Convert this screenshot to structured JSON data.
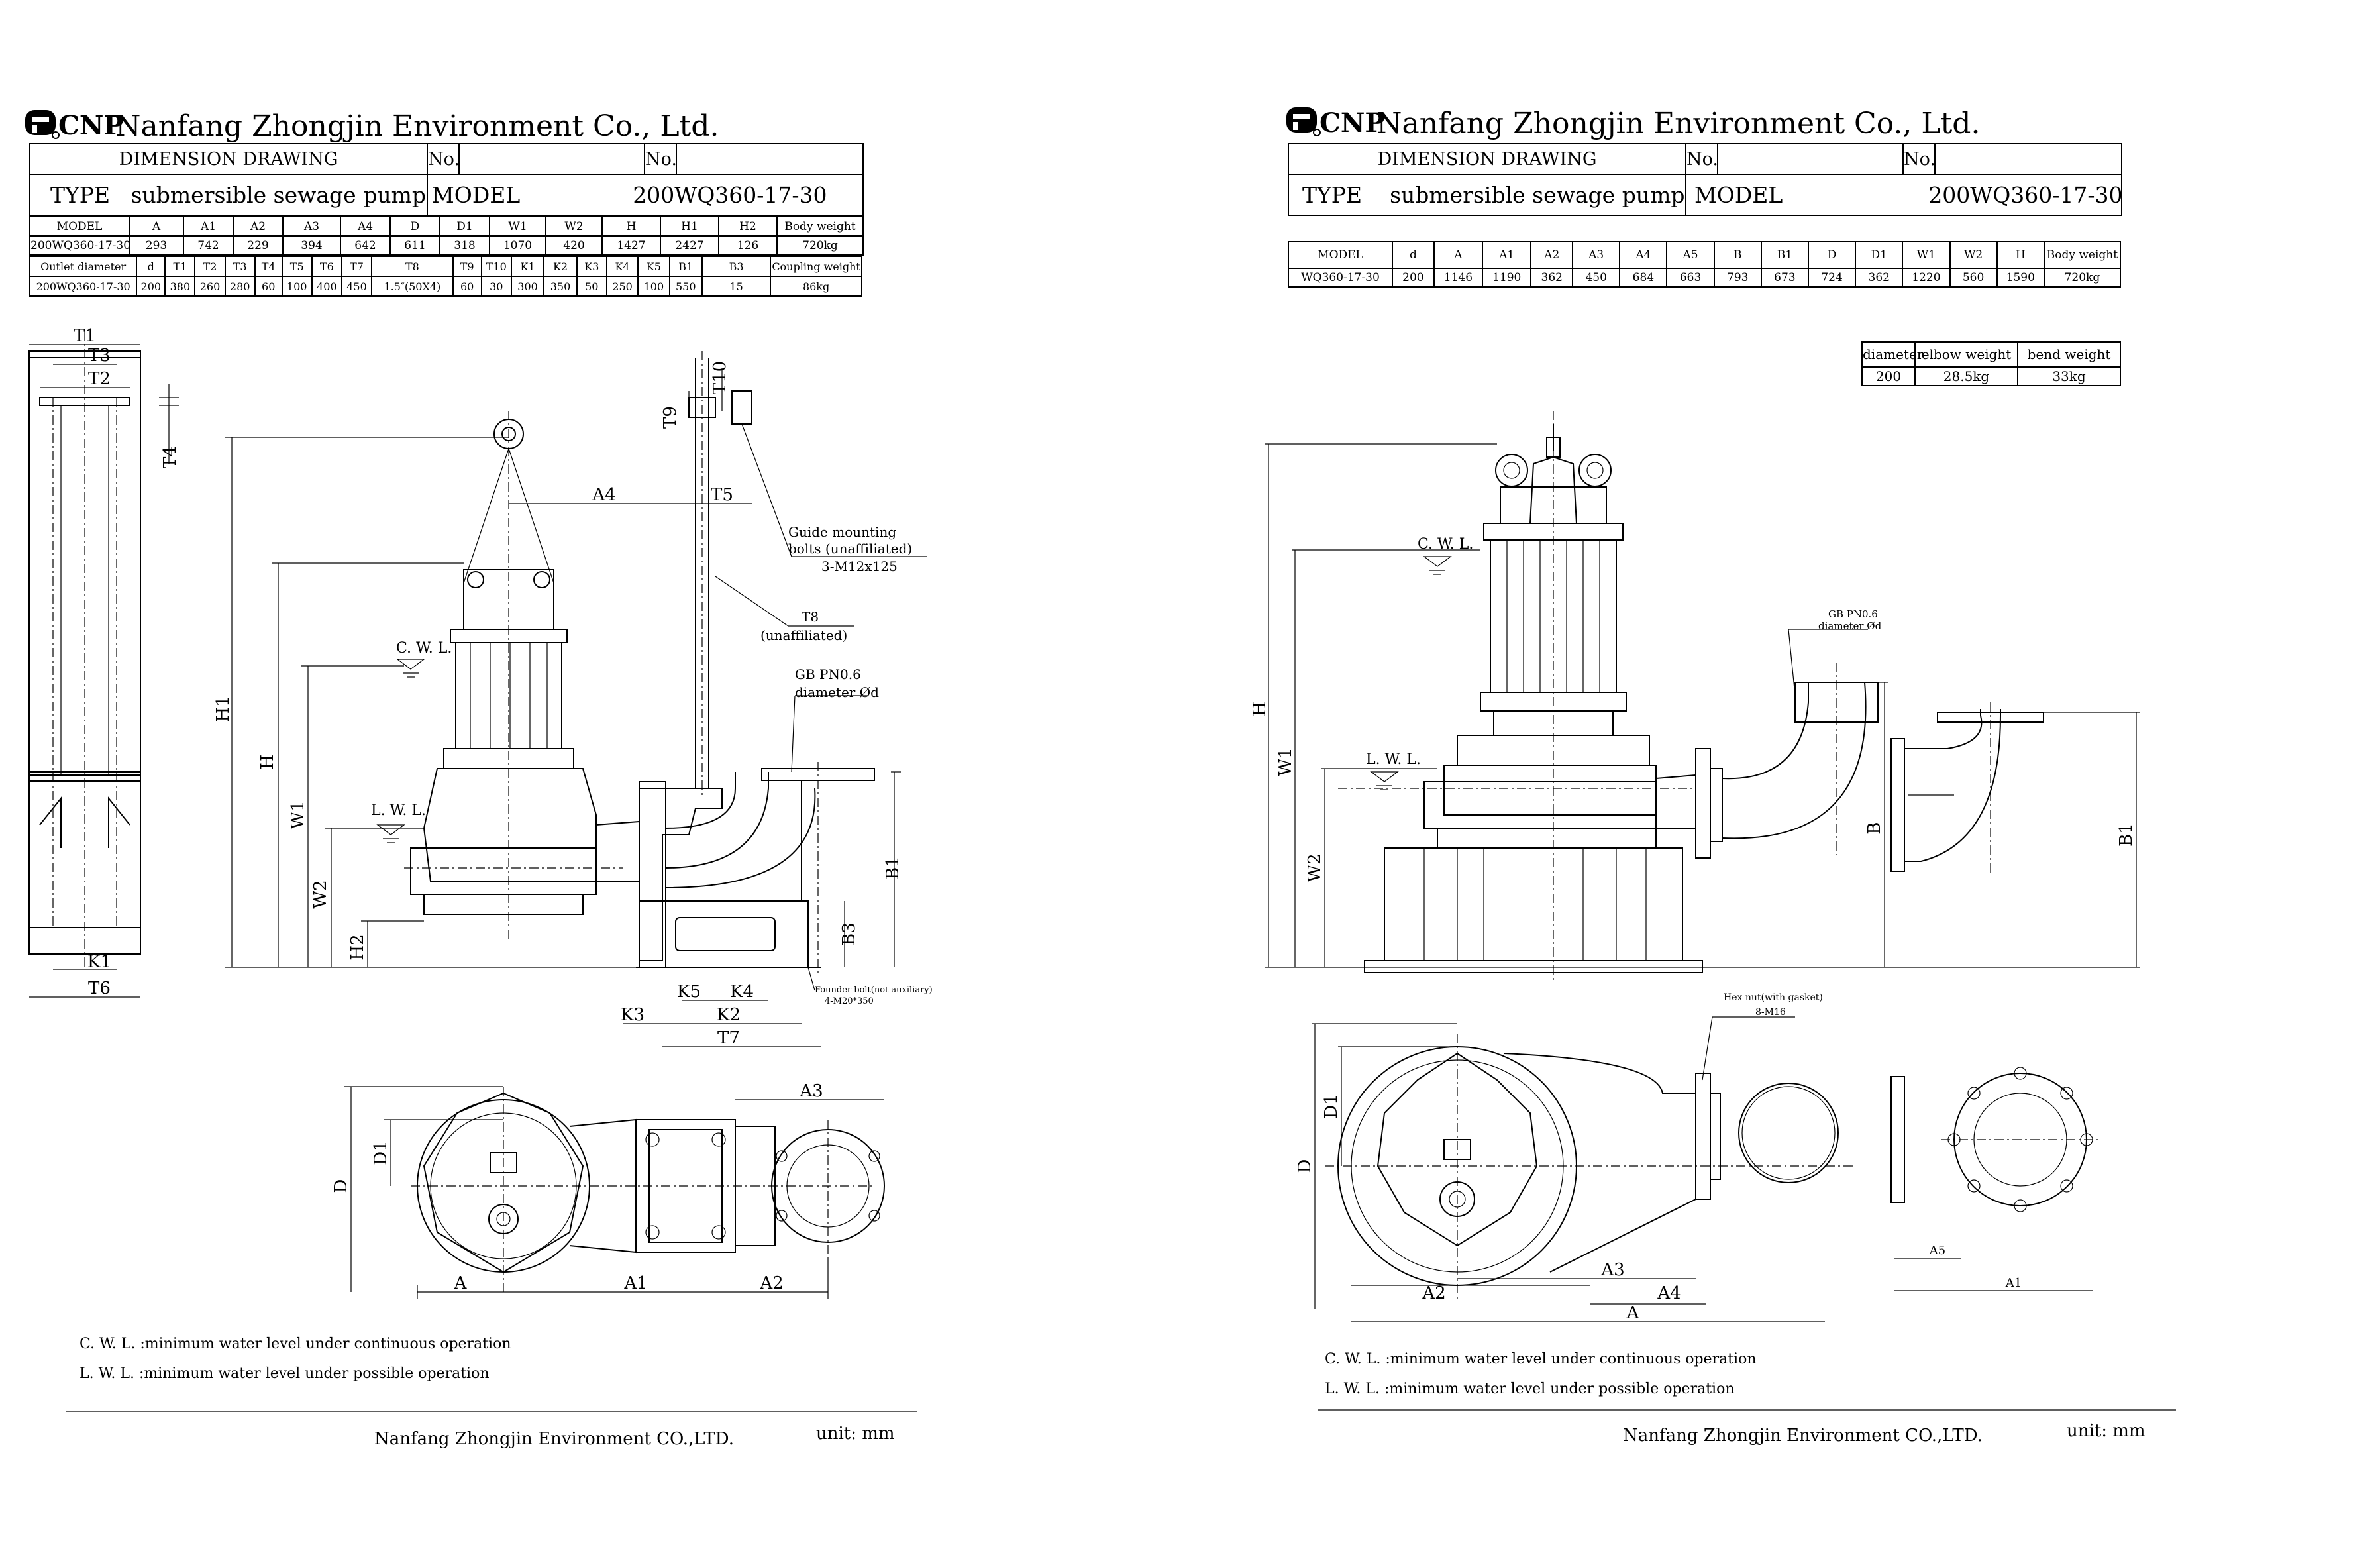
{
  "left": {
    "company": "Nanfang Zhongjin Environment Co., Ltd.",
    "logo_text": "CNP",
    "header": {
      "drawing_label": "DIMENSION DRAWING",
      "no_label_1": "No.",
      "no_label_2": "No.",
      "type_label": "TYPE",
      "type_value": "submersible sewage pump",
      "model_label": "MODEL",
      "model_value": "200WQ360-17-30"
    },
    "dim_table_1": {
      "headers": [
        "MODEL",
        "A",
        "A1",
        "A2",
        "A3",
        "A4",
        "D",
        "D1",
        "W1",
        "W2",
        "H",
        "H1",
        "H2",
        "Body weight"
      ],
      "values": [
        "200WQ360-17-30",
        "293",
        "742",
        "229",
        "394",
        "642",
        "611",
        "318",
        "1070",
        "420",
        "1427",
        "2427",
        "126",
        "720kg"
      ]
    },
    "dim_table_2": {
      "headers": [
        "Outlet diameter",
        "d",
        "T1",
        "T2",
        "T3",
        "T4",
        "T5",
        "T6",
        "T7",
        "T8",
        "T9",
        "T10",
        "K1",
        "K2",
        "K3",
        "K4",
        "K5",
        "B1",
        "B3",
        "Coupling weight"
      ],
      "values": [
        "200WQ360-17-30",
        "200",
        "380",
        "260",
        "280",
        "60",
        "100",
        "400",
        "450",
        "1.5″(50X4)",
        "60",
        "30",
        "300",
        "350",
        "50",
        "250",
        "100",
        "550",
        "15",
        "86kg"
      ]
    },
    "labels": {
      "T1": "T1",
      "T3": "T3",
      "T2": "T2",
      "T4": "T4",
      "K1": "K1",
      "T6": "T6",
      "H1": "H1",
      "H": "H",
      "W1": "W1",
      "W2": "W2",
      "H2": "H2",
      "A4": "A4",
      "T5": "T5",
      "T9": "T9",
      "T10": "T10",
      "B1": "B1",
      "B3": "B3",
      "K3": "K3",
      "K5": "K5",
      "K4": "K4",
      "K2": "K2",
      "T7": "T7",
      "D": "D",
      "D1": "D1",
      "A": "A",
      "A1": "A1",
      "A2": "A2",
      "A3": "A3",
      "cwl": "C. W. L.",
      "lwl": "L. W. L.",
      "guide_1": "Guide mounting",
      "guide_2": "bolts (unaffiliated)",
      "guide_3": "3-M12x125",
      "t8": "T8",
      "t8_note": "(unaffiliated)",
      "gb_1": "GB PN0.6",
      "gb_2": "diameter Ød",
      "founder_1": "Founder bolt(not auxiliary)",
      "founder_2": "4-M20*350"
    },
    "notes": [
      "C. W. L.  :minimum water level under continuous operation",
      "L. W. L.  :minimum water level under possible operation"
    ],
    "footer_company": "Nanfang Zhongjin Environment CO.,LTD.",
    "unit": "unit: mm"
  },
  "right": {
    "company": "Nanfang Zhongjin Environment Co., Ltd.",
    "logo_text": "CNP",
    "header": {
      "drawing_label": "DIMENSION DRAWING",
      "no_label_1": "No.",
      "no_label_2": "No.",
      "type_label": "TYPE",
      "type_value": "submersible sewage pump",
      "model_label": "MODEL",
      "model_value": "200WQ360-17-30"
    },
    "dim_table": {
      "headers": [
        "MODEL",
        "d",
        "A",
        "A1",
        "A2",
        "A3",
        "A4",
        "A5",
        "B",
        "B1",
        "D",
        "D1",
        "W1",
        "W2",
        "H",
        "Body weight"
      ],
      "values": [
        "WQ360-17-30",
        "200",
        "1146",
        "1190",
        "362",
        "450",
        "684",
        "663",
        "793",
        "673",
        "724",
        "362",
        "1220",
        "560",
        "1590",
        "720kg"
      ]
    },
    "elbow_table": {
      "headers": [
        "diameter",
        "elbow weight",
        "bend weight"
      ],
      "values": [
        "200",
        "28.5kg",
        "33kg"
      ]
    },
    "labels": {
      "H": "H",
      "W1": "W1",
      "W2": "W2",
      "B": "B",
      "B1": "B1",
      "D": "D",
      "D1": "D1",
      "A": "A",
      "A2": "A2",
      "A3": "A3",
      "A4": "A4",
      "A5": "A5",
      "A1": "A1",
      "cwl": "C. W. L.",
      "lwl": "L. W. L.",
      "gb_1": "GB PN0.6",
      "gb_2": "diameter Ød",
      "hex_1": "Hex nut(with gasket)",
      "hex_2": "8-M16"
    },
    "notes": [
      "C. W. L.  :minimum water level under continuous operation",
      "L. W. L.  :minimum water level under possible operation"
    ],
    "footer_company": "Nanfang Zhongjin Environment CO.,LTD.",
    "unit": "unit: mm"
  }
}
